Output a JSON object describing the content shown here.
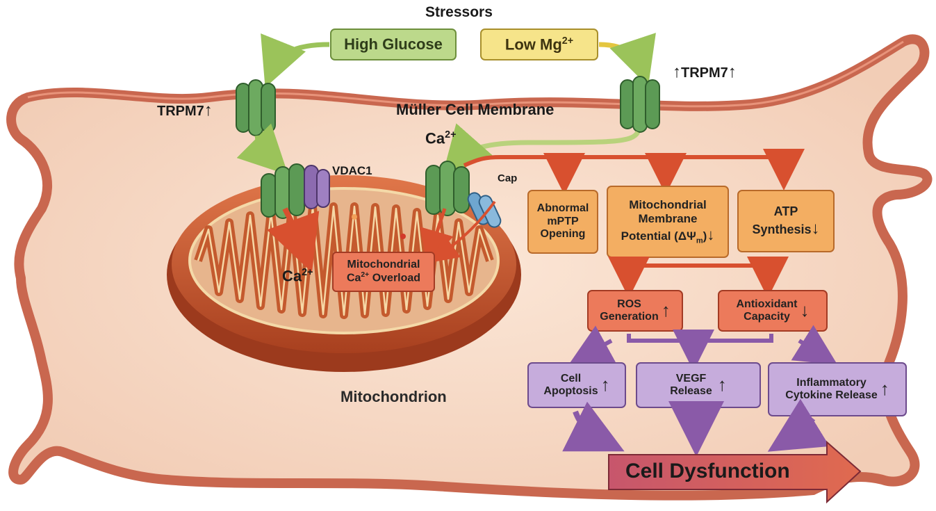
{
  "title": "Stressors",
  "stressors": {
    "high_glucose": "High Glucose",
    "low_mg": "Low Mg",
    "low_mg_sup": "2+"
  },
  "labels": {
    "trpm7_left": "TRPM7",
    "trpm7_right": "TRPM7",
    "membrane": "Müller Cell Membrane",
    "ca_top": "Ca",
    "ca_top_sup": "2+",
    "vdac1": "VDAC1",
    "cap": "Cap",
    "ca_mito": "Ca",
    "ca_mito_sup": "2+",
    "mitochondrion": "Mitochondrion"
  },
  "overload": {
    "line1": "Mitochondrial",
    "line2_a": "Ca",
    "line2_sup": "2+",
    "line2_b": " Overload"
  },
  "effects": {
    "mptp": [
      "Abnormal",
      "mPTP",
      "Opening"
    ],
    "mmp": [
      "Mitochondrial",
      "Membrane",
      "Potential (ΔΨ",
      "m",
      ")"
    ],
    "atp": [
      "ATP",
      "Synthesis"
    ]
  },
  "secondary": {
    "ros": [
      "ROS",
      "Generation"
    ],
    "antiox": [
      "Antioxidant",
      "Capacity"
    ]
  },
  "outcomes": {
    "apoptosis": [
      "Cell",
      "Apoptosis"
    ],
    "vegf": [
      "VEGF",
      "Release"
    ],
    "cytokine": [
      "Inflammatory",
      "Cytokine Release"
    ]
  },
  "final": "Cell Dysfunction",
  "arrows": {
    "up": "↑",
    "down": "↓"
  },
  "colors": {
    "cell_fill": "#f7dccb",
    "cell_stroke": "#c9674f",
    "mito": "#c8542e",
    "channel_green": "#5c9a55",
    "vdac_purple": "#8c6bb0",
    "cap_blue": "#6fa6cf",
    "box_orange": "#f3ae62",
    "box_red": "#ec7a5b",
    "box_purple": "#c6acdc",
    "final_red": "#b8475a"
  }
}
